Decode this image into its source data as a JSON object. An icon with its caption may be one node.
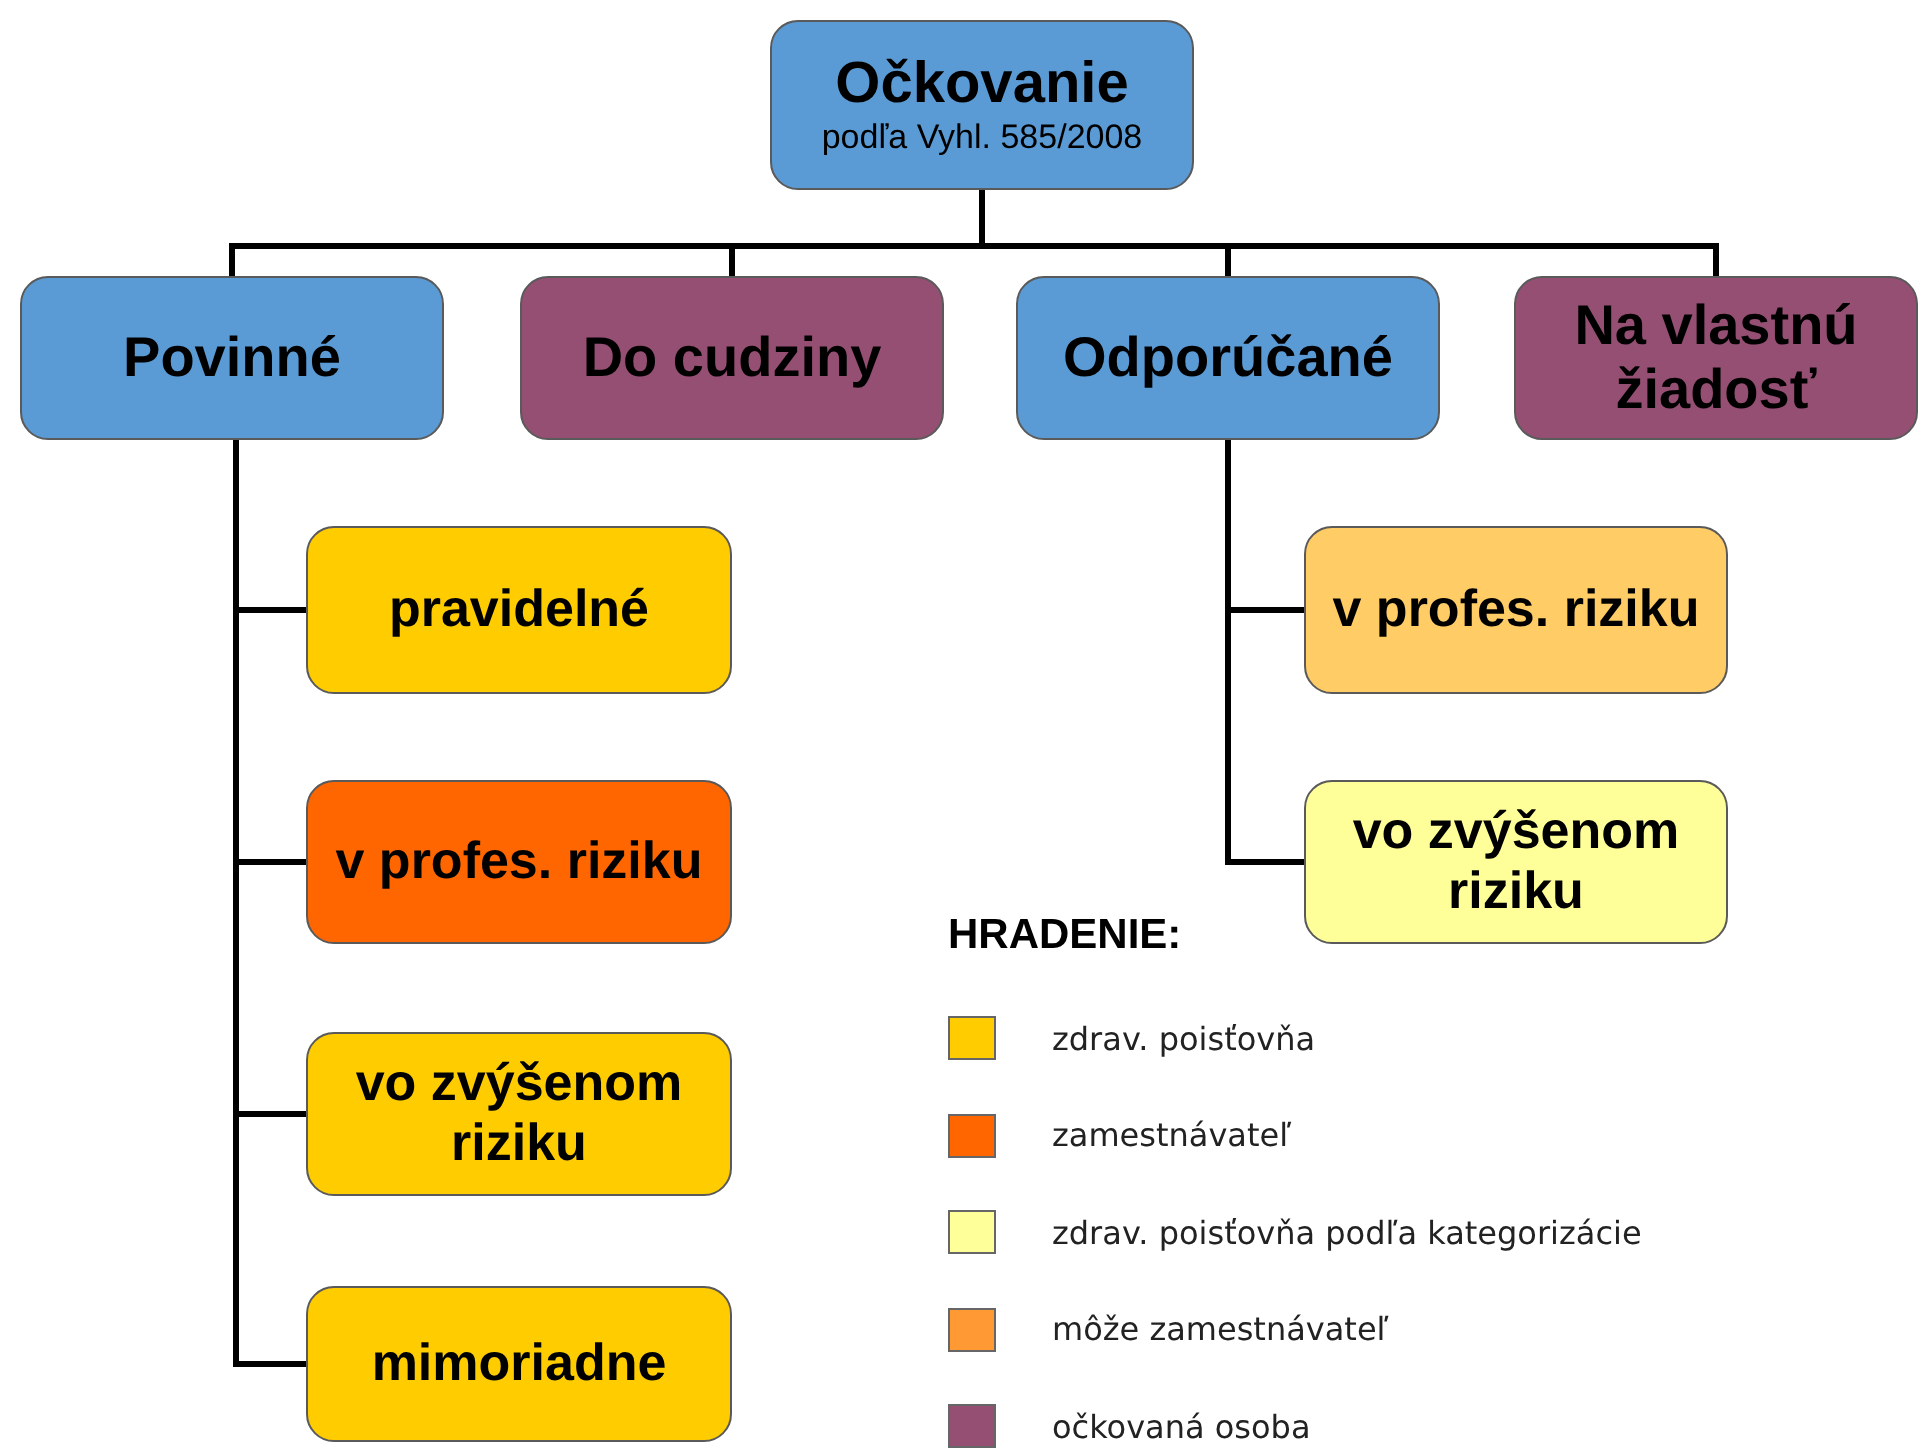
{
  "diagram": {
    "nodes": [
      {
        "text": [
          "Očkovanie",
          "podľa Vyhl. 585/2008"
        ]
      },
      {
        "text": [
          "Povinné"
        ]
      },
      {
        "text": [
          "Do cudziny"
        ]
      },
      {
        "text": [
          "Odporúčané"
        ]
      },
      {
        "text": [
          "Na vlastnú žiadosť"
        ]
      },
      {
        "text": [
          "pravidelné"
        ]
      },
      {
        "text": [
          "v profes. riziku"
        ]
      },
      {
        "text": [
          "vo zvýšenom riziku"
        ]
      },
      {
        "text": [
          "mimoriadne"
        ]
      },
      {
        "text": [
          "v profes. riziku"
        ]
      },
      {
        "text": [
          "vo zvýšenom riziku"
        ]
      }
    ],
    "edges": [
      {
        "from": 0,
        "to": 1,
        "arrow": "none"
      },
      {
        "from": 0,
        "to": 2,
        "arrow": "none"
      },
      {
        "from": 0,
        "to": 3,
        "arrow": "none"
      },
      {
        "from": 0,
        "to": 4,
        "arrow": "none"
      },
      {
        "from": 1,
        "to": 5,
        "arrow": "none"
      },
      {
        "from": 1,
        "to": 6,
        "arrow": "none"
      },
      {
        "from": 1,
        "to": 7,
        "arrow": "none"
      },
      {
        "from": 1,
        "to": 8,
        "arrow": "none"
      },
      {
        "from": 3,
        "to": 9,
        "arrow": "none"
      },
      {
        "from": 3,
        "to": 10,
        "arrow": "none"
      }
    ],
    "labels": [
      "HRADENIE:"
    ],
    "legend": [
      {
        "text": "zdrav. poisťovňa",
        "color": "#ffcc00"
      },
      {
        "text": "zamestnávateľ",
        "color": "#ff6600"
      },
      {
        "text": "zdrav. poisťovňa podľa kategorizácie",
        "color": "#ffff99"
      },
      {
        "text": "môže zamestnávateľ",
        "color": "#ff9933"
      },
      {
        "text": "očkovaná osoba",
        "color": "#954f72"
      }
    ]
  }
}
